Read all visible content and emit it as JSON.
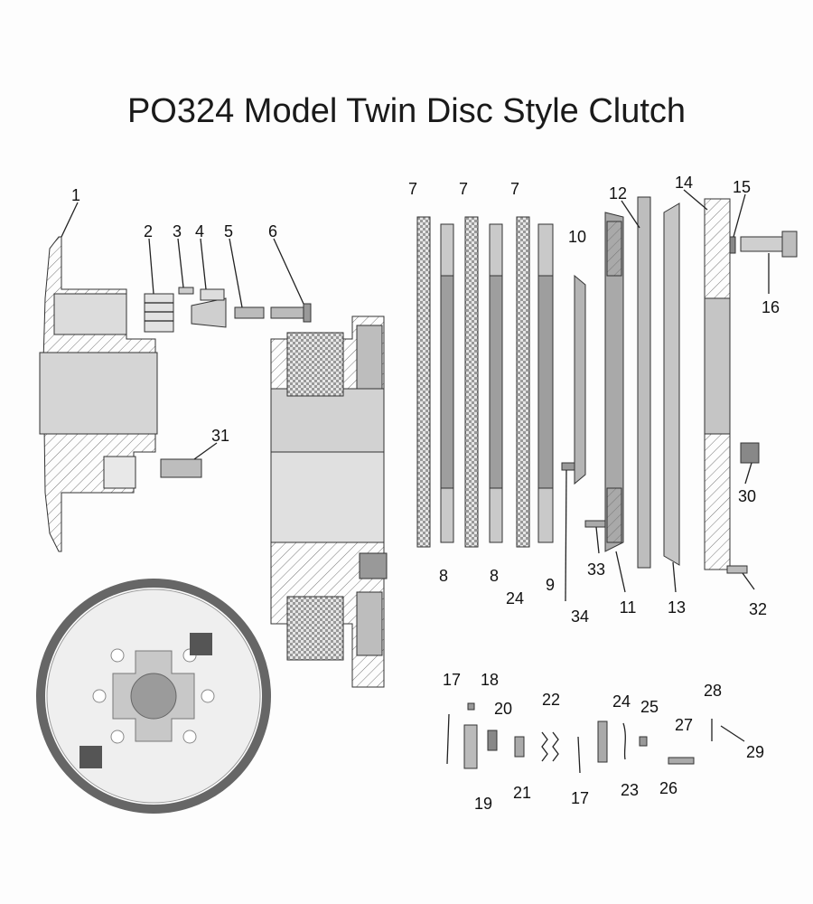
{
  "title": "PO324 Model Twin Disc Style Clutch",
  "labels": {
    "p1": "1",
    "p2": "2",
    "p3": "3",
    "p4": "4",
    "p5": "5",
    "p6": "6",
    "p7a": "7",
    "p7b": "7",
    "p7c": "7",
    "p8a": "8",
    "p8b": "8",
    "p9": "9",
    "p10": "10",
    "p11": "11",
    "p12": "12",
    "p13": "13",
    "p14": "14",
    "p15": "15",
    "p16": "16",
    "p17a": "17",
    "p17b": "17",
    "p18": "18",
    "p19": "19",
    "p20": "20",
    "p21": "21",
    "p22": "22",
    "p23": "23",
    "p24a": "24",
    "p24b": "24",
    "p25": "25",
    "p26": "26",
    "p27": "27",
    "p28": "28",
    "p29": "29",
    "p30": "30",
    "p31": "31",
    "p32": "32",
    "p33": "33",
    "p34": "34"
  },
  "colors": {
    "part_fill": "#cfcfcf",
    "part_dark": "#8a8a8a",
    "friction": "#b8b8b8",
    "line": "#222222",
    "background": "#fdfdfd"
  }
}
